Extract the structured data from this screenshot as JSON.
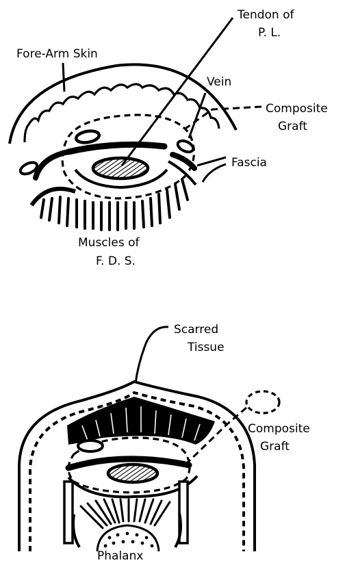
{
  "top": {
    "labels": {
      "tendon_line1": "Tendon of",
      "tendon_line2": "P. L.",
      "forearm_skin": "Fore-Arm Skin",
      "vein": "Vein",
      "graft_line1": "Composite",
      "graft_line2": "Graft",
      "fascia": "Fascia",
      "muscles_line1": "Muscles of",
      "muscles_line2": "F. D. S."
    }
  },
  "bottom": {
    "labels": {
      "scarred_line1": "Scarred",
      "scarred_line2": "Tissue",
      "graft_line1": "Composite",
      "graft_line2": "Graft",
      "phalanx": "Phalanx"
    }
  },
  "colors": {
    "ink": "#000000",
    "paper": "#ffffff"
  }
}
